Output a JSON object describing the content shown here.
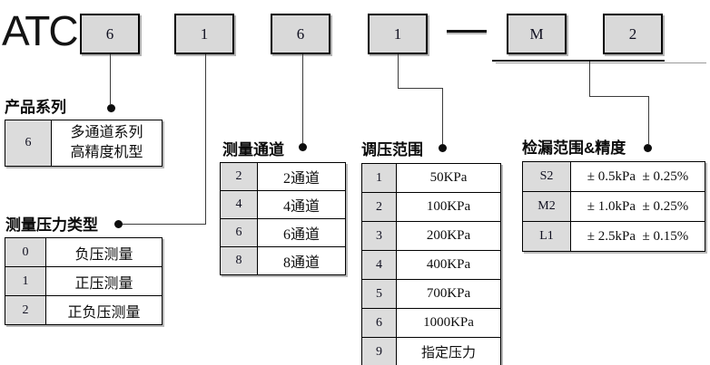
{
  "brand": "ATC",
  "model_code": {
    "digits": [
      "6",
      "1",
      "6",
      "1",
      "M",
      "2"
    ],
    "separator": "—"
  },
  "sections": [
    {
      "title": "产品系列",
      "rows": [
        {
          "code": "6",
          "desc": "多通道系列\n高精度机型"
        }
      ]
    },
    {
      "title": "测量压力类型",
      "rows": [
        {
          "code": "0",
          "desc": "负压测量"
        },
        {
          "code": "1",
          "desc": "正压测量"
        },
        {
          "code": "2",
          "desc": "正负压测量"
        }
      ]
    },
    {
      "title": "测量通道",
      "rows": [
        {
          "code": "2",
          "desc": "2通道"
        },
        {
          "code": "4",
          "desc": "4通道"
        },
        {
          "code": "6",
          "desc": "6通道"
        },
        {
          "code": "8",
          "desc": "8通道"
        }
      ]
    },
    {
      "title": "调压范围",
      "rows": [
        {
          "code": "1",
          "desc": "50KPa"
        },
        {
          "code": "2",
          "desc": "100KPa"
        },
        {
          "code": "3",
          "desc": "200KPa"
        },
        {
          "code": "4",
          "desc": "400KPa"
        },
        {
          "code": "5",
          "desc": "700KPa"
        },
        {
          "code": "6",
          "desc": "1000KPa"
        },
        {
          "code": "9",
          "desc": "指定压力"
        }
      ]
    },
    {
      "title": "检漏范围&精度",
      "rows": [
        {
          "code": "S2",
          "desc": "± 0.5kPa  ± 0.25%"
        },
        {
          "code": "M2",
          "desc": "± 1.0kPa  ± 0.25%"
        },
        {
          "code": "L1",
          "desc": "± 2.5kPa  ± 0.15%"
        }
      ]
    }
  ],
  "colors": {
    "box_fill": "#d9d9d9",
    "code_cell_fill": "#dcdcdc",
    "border": "#000000",
    "connector_line": "#3c3c3c",
    "text": "#0d0d0d",
    "background": "#ffffff"
  }
}
